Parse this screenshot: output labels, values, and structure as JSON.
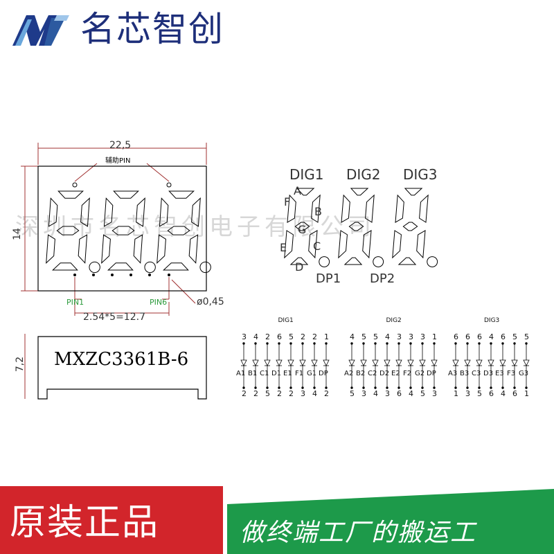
{
  "brand": {
    "logo_icon": "mxzc-logo-icon",
    "name": "名芯智创"
  },
  "watermark": "深圳市名芯智创电子有限公司",
  "mech": {
    "width": "22,5",
    "height": "14",
    "aux_pin": "辅助PIN",
    "pin1": "PIN1",
    "pin6": "PIN6",
    "pin_dia": "ø0,45",
    "pitch": "2.54*5=12.7",
    "depth": "7,2",
    "model": "MXZC3361B-6"
  },
  "segments": {
    "dig1": "DIG1",
    "dig2": "DIG2",
    "dig3": "DIG3",
    "a": "A",
    "b": "B",
    "c": "C",
    "d": "D",
    "e": "E",
    "f": "F",
    "g": "G",
    "dp1": "DP1",
    "dp2": "DP2"
  },
  "circuit": [
    {
      "title": "DIG1",
      "top": [
        "3",
        "4",
        "2",
        "6",
        "5",
        "2",
        "2",
        "1"
      ],
      "labels": [
        "A1",
        "B1",
        "C1",
        "D1",
        "E1",
        "F1",
        "G1",
        "DP"
      ],
      "bottom": [
        "2",
        "2",
        "5",
        "2",
        "2",
        "3",
        "4",
        "2"
      ]
    },
    {
      "title": "DIG2",
      "top": [
        "4",
        "5",
        "5",
        "4",
        "3",
        "3",
        "3",
        "1"
      ],
      "labels": [
        "A2",
        "B2",
        "C2",
        "D2",
        "E2",
        "F2",
        "G2",
        "DP"
      ],
      "bottom": [
        "5",
        "3",
        "4",
        "3",
        "6",
        "4",
        "5",
        "3"
      ]
    },
    {
      "title": "DIG3",
      "top": [
        "6",
        "6",
        "6",
        "4",
        "6",
        "5",
        "5"
      ],
      "labels": [
        "A3",
        "B3",
        "C3",
        "D3",
        "E3",
        "F3",
        "G3"
      ],
      "bottom": [
        "1",
        "3",
        "5",
        "6",
        "4",
        "6",
        "1"
      ]
    }
  ],
  "banner": {
    "left": "原装正品",
    "right": "做终端工厂的搬运工"
  },
  "colors": {
    "brand": "#1e2f7a",
    "banner_red": "#d2252b",
    "banner_green": "#1d9a4a",
    "dim_line": "#a03030",
    "pin_green": "#2a9a3a"
  }
}
